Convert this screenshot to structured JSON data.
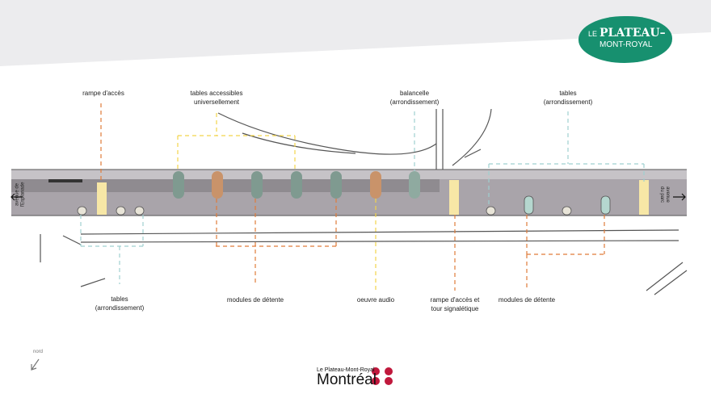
{
  "logo": {
    "prefix": "LE",
    "name": "PLATEAU–",
    "sub": "MONT-ROYAL"
  },
  "labels_top": [
    {
      "text": [
        "rampe d'accès"
      ],
      "color": "#e07b39"
    },
    {
      "text": [
        "tables accessibles",
        "universellement"
      ],
      "color": "#f2d44a"
    },
    {
      "text": [
        "balancelle",
        "(arrondissement)"
      ],
      "color": "#9fd0d0"
    },
    {
      "text": [
        "tables",
        "(arrondissement)"
      ],
      "color": "#9fd0d0"
    }
  ],
  "labels_bottom": [
    {
      "text": [
        "tables",
        "(arrondissement)"
      ]
    },
    {
      "text": [
        "modules de détente"
      ]
    },
    {
      "text": [
        "oeuvre audio"
      ]
    },
    {
      "text": [
        "rampe d'accès et",
        "tour signalétique"
      ]
    },
    {
      "text": [
        "modules de détente"
      ]
    }
  ],
  "streets": {
    "left": [
      "avenue de",
      "l'Esplanade"
    ],
    "right": [
      "avenue",
      "du parc"
    ]
  },
  "compass": {
    "label": "nord"
  },
  "footer": {
    "small": "Le Plateau-Mont-Royal",
    "big": "Montréal"
  },
  "colors": {
    "orange": "#e07b39",
    "yellow": "#f2d44a",
    "teal": "#9fd0d0",
    "brand": "#17906f",
    "street": "#a9a4aa"
  }
}
